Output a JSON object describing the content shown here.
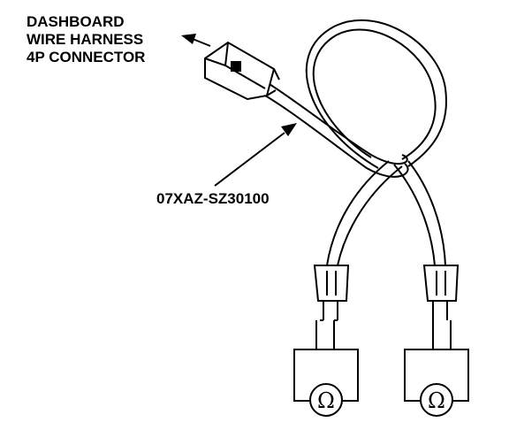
{
  "labels": {
    "connector_lines": [
      "DASHBOARD",
      "WIRE HARNESS",
      "4P CONNECTOR"
    ],
    "tool_number": "07XAZ-SZ30100"
  },
  "meters": [
    {
      "symbol": "Ω"
    },
    {
      "symbol": "Ω"
    }
  ]
}
